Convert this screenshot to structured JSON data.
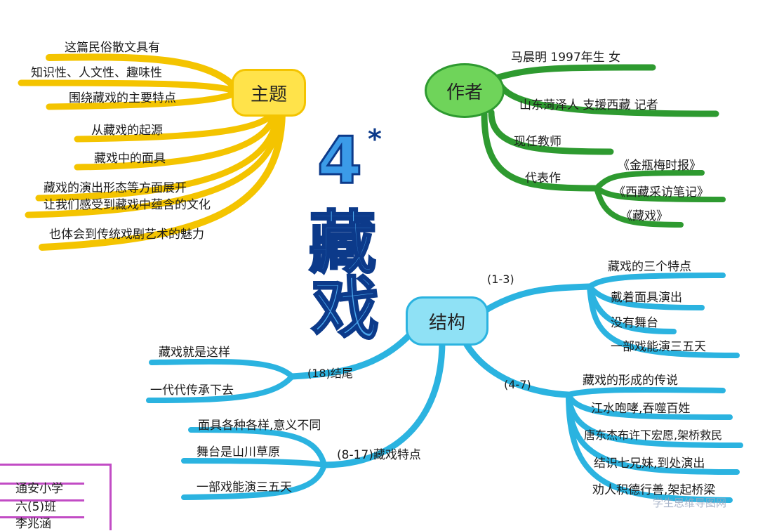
{
  "title": {
    "number": "4",
    "star": "*",
    "chars": [
      "藏",
      "戏"
    ]
  },
  "theme": {
    "hub": "主题",
    "items": [
      "这篇民俗散文具有",
      "知识性、人文性、趣味性",
      "围绕藏戏的主要特点",
      "从藏戏的起源",
      "藏戏中的面具",
      "藏戏的演出形态等方面展开",
      "让我们感受到藏戏中蕴含的文化",
      "也体会到传统戏剧艺术的魅力"
    ]
  },
  "author": {
    "hub": "作者",
    "items": [
      "马晨明 1997年生 女",
      "山东菏泽人 支援西藏 记者",
      "现任教师",
      "代表作"
    ],
    "works": [
      "《金瓶梅时报》",
      "《西藏采访笔记》",
      "《藏戏》"
    ]
  },
  "structure": {
    "hub": "结构",
    "part1": {
      "label": "(1-3)",
      "items": [
        "藏戏的三个特点",
        "戴着面具演出",
        "没有舞台",
        "一部戏能演三五天"
      ]
    },
    "part2": {
      "label": "(4-7)",
      "items": [
        "藏戏的形成的传说",
        "江水咆哮,吞噬百姓",
        "唐东杰布许下宏愿,架桥救民",
        "结识七兄妹,到处演出",
        "劝人积德行善,架起桥梁"
      ]
    },
    "part3": {
      "label": "(8-17)藏戏特点",
      "items": [
        "面具各种各样,意义不同",
        "舞台是山川草原",
        "一部戏能演三五天"
      ]
    },
    "part4": {
      "label": "(18)结尾",
      "items": [
        "藏戏就是这样",
        "一代代传承下去"
      ]
    }
  },
  "author_box": {
    "school": "通安小学",
    "class": "六(5)班",
    "name": "李兆涵"
  },
  "watermark": "学生思维导图网",
  "colors": {
    "yellow": "#f4c400",
    "green": "#2e9a30",
    "blue": "#2bb3e0",
    "title_blue": "#3b9be8",
    "purple": "#c24cc5"
  }
}
